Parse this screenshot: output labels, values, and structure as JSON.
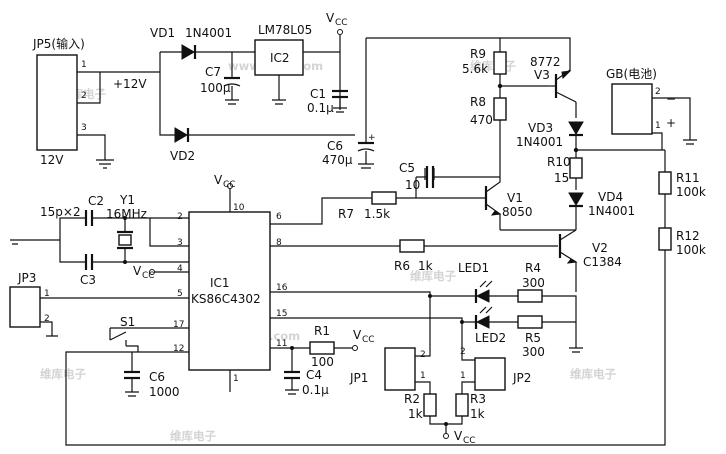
{
  "components": {
    "jp5": {
      "name": "JP5(输入)",
      "pins": [
        "1",
        "2",
        "3"
      ],
      "voltage": "12V"
    },
    "vd1": {
      "name": "VD1",
      "part": "1N4001"
    },
    "vd2": {
      "name": "VD2"
    },
    "ic2": {
      "part": "LM78L05",
      "name": "IC2"
    },
    "c7": {
      "name": "C7",
      "value": "100μ"
    },
    "c1": {
      "name": "C1",
      "value": "0.1μ"
    },
    "c6_top": {
      "name": "C6",
      "value": "470μ"
    },
    "plus12": "+12V",
    "vcc": "V",
    "vcc_sub": "CC",
    "r9": {
      "name": "R9",
      "value": "5.6k"
    },
    "r8": {
      "name": "R8",
      "value": "470"
    },
    "v3": {
      "name": "V3",
      "part": "8772"
    },
    "vd3": {
      "name": "VD3",
      "part": "1N4001"
    },
    "gb": {
      "name": "GB(电池)",
      "pin2": "2",
      "pin1": "1",
      "minus": "−",
      "plus": "+"
    },
    "r10": {
      "name": "R10",
      "value": "15"
    },
    "r11": {
      "name": "R11",
      "value": "100k"
    },
    "r12": {
      "name": "R12",
      "value": "100k"
    },
    "vd4": {
      "name": "VD4",
      "part": "1N4001"
    },
    "c5": {
      "name": "C5",
      "value": "10"
    },
    "v1": {
      "name": "V1",
      "part": "8050"
    },
    "r7": {
      "name": "R7",
      "value": "1.5k"
    },
    "c2": {
      "name": "C2",
      "value": "15p×2"
    },
    "c3": {
      "name": "C3"
    },
    "y1": {
      "name": "Y1",
      "value": "16MHz"
    },
    "ic1": {
      "name": "IC1",
      "part": "KS86C4302",
      "pins": [
        "2",
        "3",
        "4",
        "5",
        "17",
        "12",
        "10",
        "6",
        "8",
        "16",
        "15",
        "11",
        "1"
      ]
    },
    "r6": {
      "name": "R6",
      "value": "1k"
    },
    "v2": {
      "name": "V2",
      "part": "C1384"
    },
    "led1": {
      "name": "LED1"
    },
    "led2": {
      "name": "LED2"
    },
    "r4": {
      "name": "R4",
      "value": "300"
    },
    "r5": {
      "name": "R5",
      "value": "300"
    },
    "jp3": {
      "name": "JP3",
      "pins": [
        "1",
        "2"
      ]
    },
    "s1": {
      "name": "S1"
    },
    "c6_bot": {
      "name": "C6",
      "value": "1000"
    },
    "r1": {
      "name": "R1",
      "value": "100"
    },
    "c4": {
      "name": "C4",
      "value": "0.1μ"
    },
    "jp1": {
      "name": "JP1",
      "pins": [
        "2",
        "1"
      ]
    },
    "jp2": {
      "name": "JP2",
      "pins": [
        "2",
        "1"
      ]
    },
    "r2": {
      "name": "R2",
      "value": "1k"
    },
    "r3": {
      "name": "R3",
      "value": "1k"
    },
    "watermark": {
      "text": "维库电子",
      "url": "www.dzsc.com"
    }
  }
}
